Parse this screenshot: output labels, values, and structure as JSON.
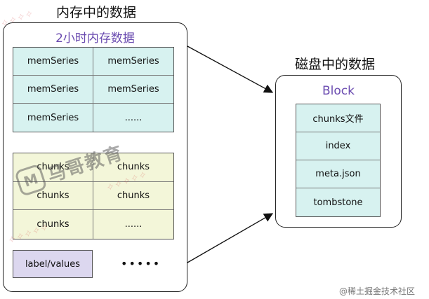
{
  "memory": {
    "title": "内存中的数据",
    "section_title": "2小时内存数据",
    "mem_series": [
      "memSeries",
      "memSeries",
      "memSeries",
      "memSeries",
      "memSeries",
      "......"
    ],
    "chunks": [
      "chunks",
      "chunks",
      "chunks",
      "chunks",
      "chunks",
      "......"
    ],
    "label_values": "label/values",
    "dots": "•••••"
  },
  "disk": {
    "title": "磁盘中的数据",
    "section_title": "Block",
    "items": [
      "chunks文件",
      "index",
      "meta.json",
      "tombstone"
    ]
  },
  "watermark": {
    "brand": "马哥教育",
    "footer": "@稀土掘金技术社区"
  },
  "colors": {
    "mem_cell": "#d7f2f0",
    "chunk_cell": "#f3f6d9",
    "label_cell": "#dcd7ef",
    "section_title": "#6a4bb0"
  }
}
